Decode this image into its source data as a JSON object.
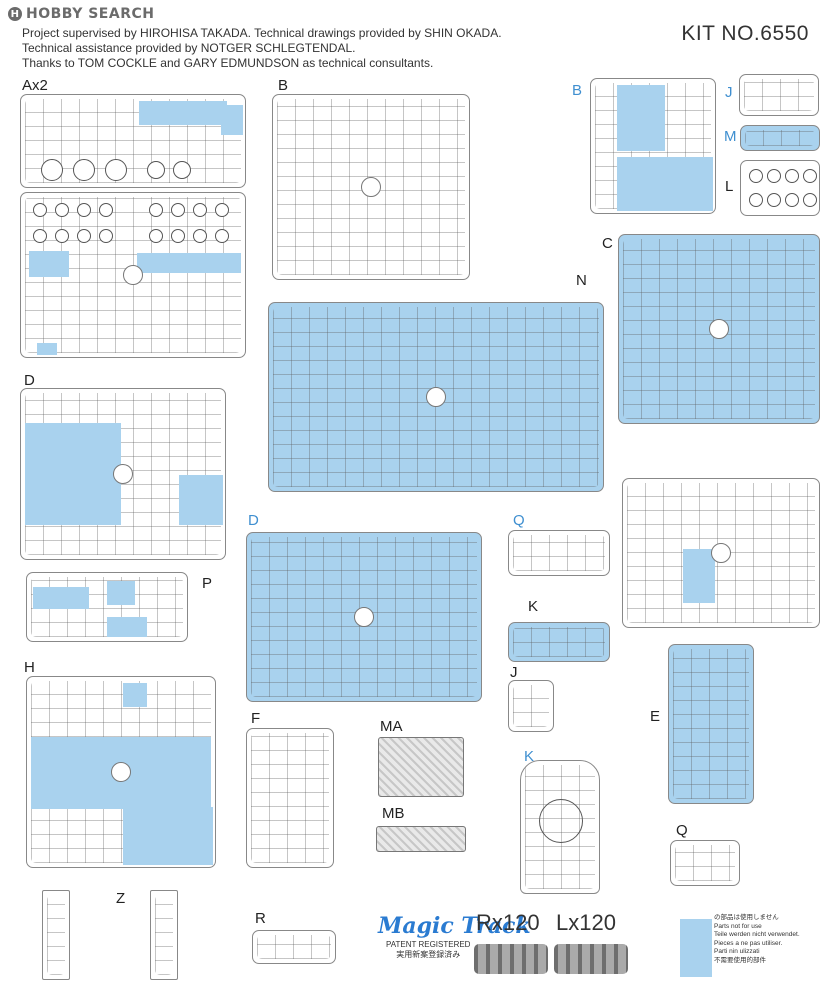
{
  "header": {
    "logo_mark": "H",
    "logo_text": "HOBBY SEARCH",
    "kit_number": "KIT NO.6550",
    "credits": [
      "Project supervised by HIROHISA TAKADA. Technical drawings provided by SHIN OKADA.",
      "Technical assistance provided by NOTGER SCHLEGTENDAL.",
      "Thanks to TOM COCKLE and GARY EDMUNDSON as technical consultants."
    ]
  },
  "sprue_labels": {
    "ax2": "Ax2",
    "b": "B",
    "b_blue": "B",
    "j_top": "J",
    "m": "M",
    "l": "L",
    "c": "C",
    "n": "N",
    "d_left": "D",
    "d_blue": "D",
    "q_top": "Q",
    "p": "P",
    "k": "K",
    "h": "H",
    "f": "F",
    "ma": "MA",
    "j_mid": "J",
    "e": "E",
    "k_blue": "K",
    "mb": "MB",
    "q_bottom": "Q",
    "z": "Z",
    "r": "R"
  },
  "track": {
    "brand": "Magic Track",
    "patent_line1": "PATENT REGISTERED",
    "patent_line2": "実用新案登録済み",
    "right_label": "Rx120",
    "left_label": "Lx120"
  },
  "legend": {
    "swatch_color": "#a9d2ee",
    "lines": [
      "の部品は使用しません",
      "Parts not for use",
      "Teile werden nicht verwendet.",
      "Pieces a ne pas utiliser.",
      "Parti nin ulizzati",
      "不需要使用的部件"
    ]
  },
  "colors": {
    "unused_parts_blue": "#a9d2ee",
    "blue_label": "#3f8fd0"
  }
}
